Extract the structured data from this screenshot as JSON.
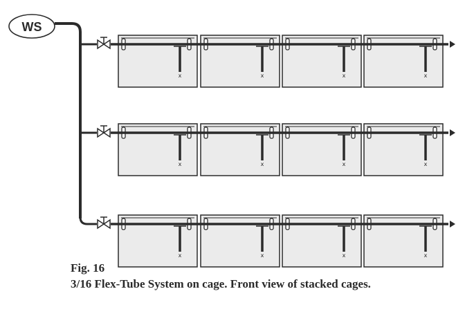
{
  "source_label": "WS",
  "figure_number": "Fig. 16",
  "caption": "3/16 Flex-Tube System on cage. Front view of stacked cages.",
  "drop_marker": "x",
  "rows": [
    {
      "cages": 4
    },
    {
      "cages": 4
    },
    {
      "cages": 4
    }
  ],
  "colors": {
    "line": "#2b2b2b",
    "cage_fill": "#ebebeb",
    "text": "#2a2a2a"
  }
}
